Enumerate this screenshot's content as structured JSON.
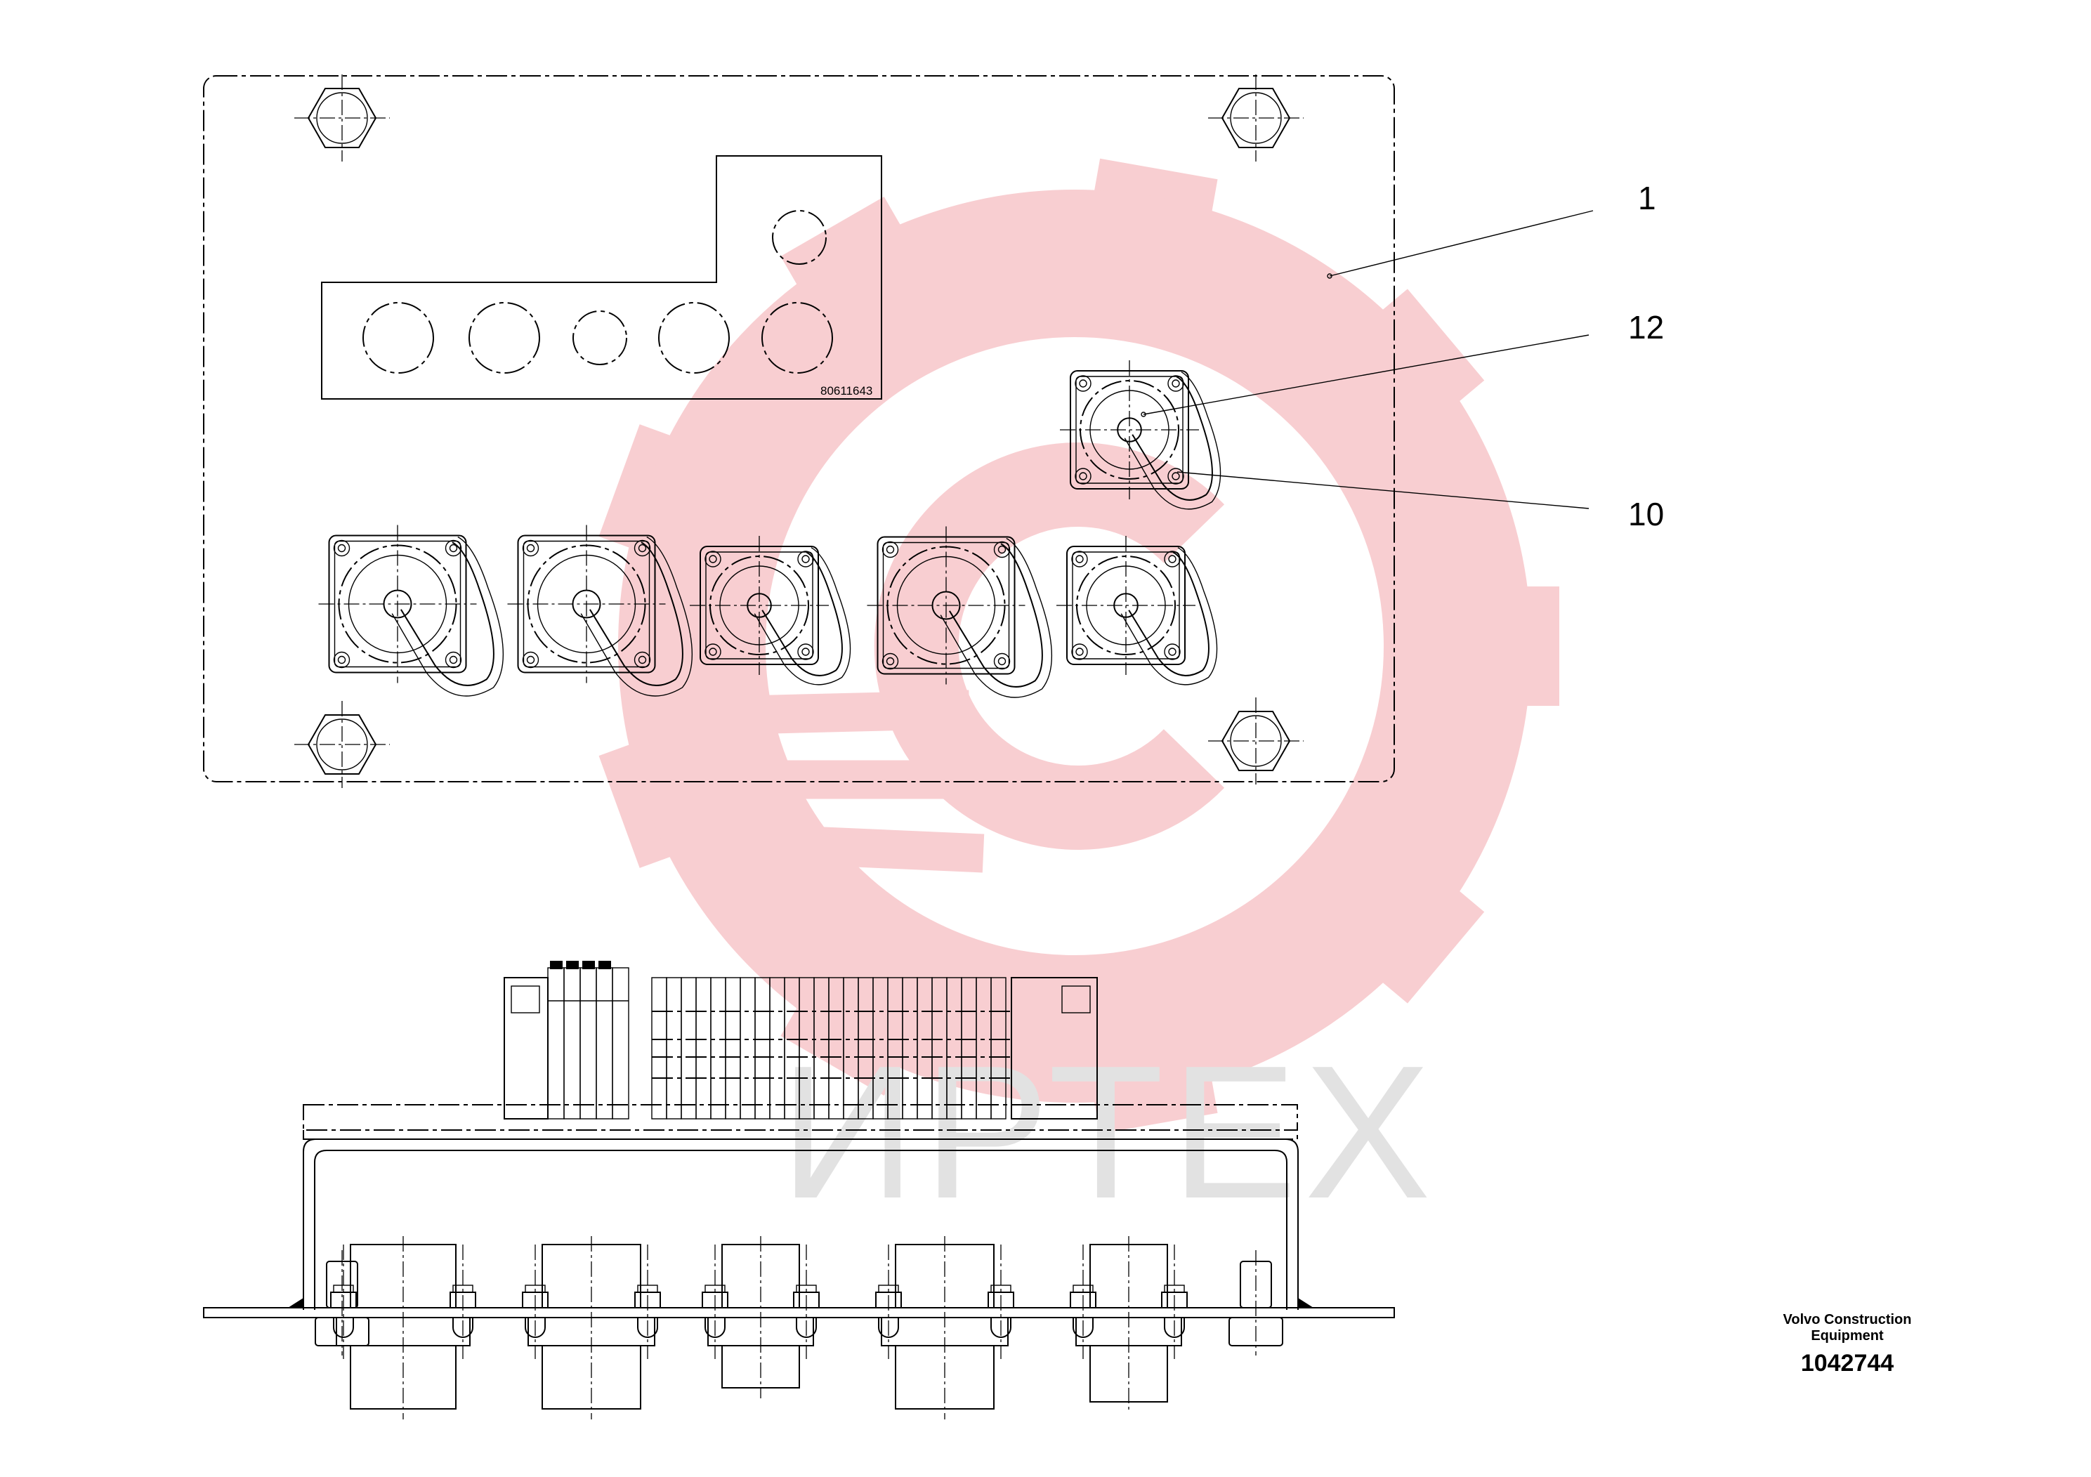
{
  "plate_part_number": "80611643",
  "callouts": [
    {
      "label": "1"
    },
    {
      "label": "12"
    },
    {
      "label": "10"
    }
  ],
  "watermark": {
    "text": "ИРТЕХ",
    "gear_color": "#f7c6c9",
    "text_color": "#e2e2e2"
  },
  "footer": {
    "manufacturer_line1": "Volvo Construction",
    "manufacturer_line2": "Equipment",
    "drawing_number": "1042744"
  }
}
